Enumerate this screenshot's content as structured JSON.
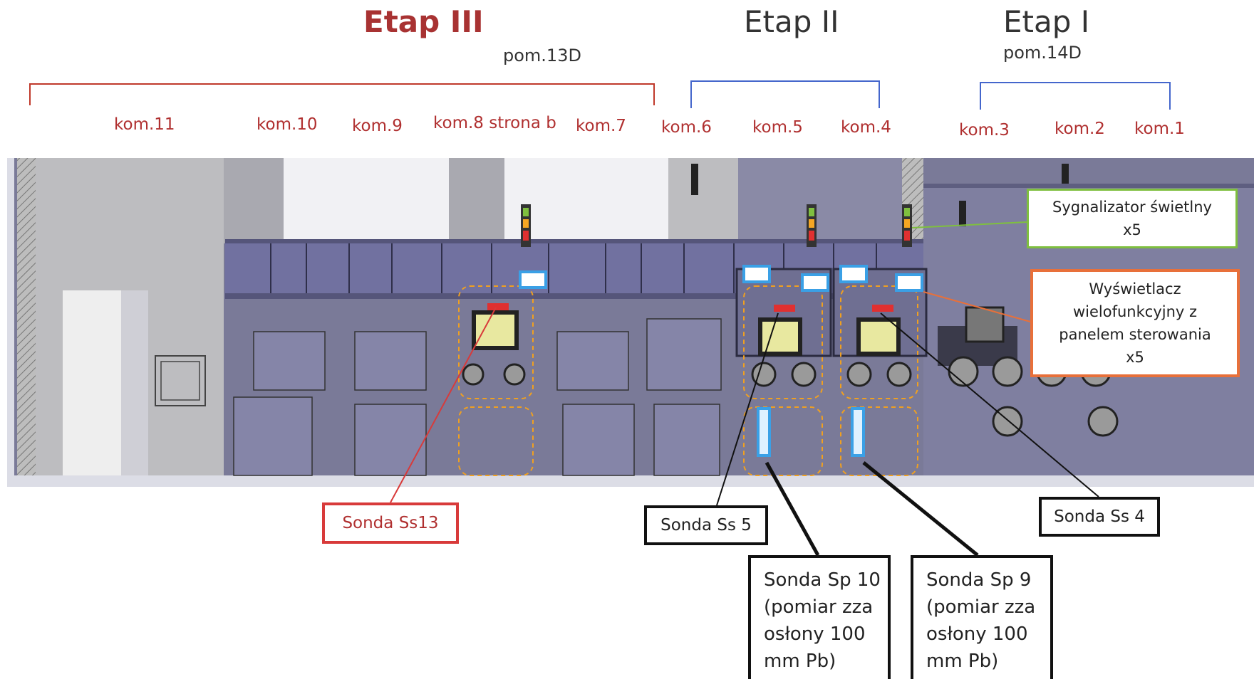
{
  "stages": [
    {
      "id": "etap-iii",
      "label": "Etap III",
      "color": "#a83232"
    },
    {
      "id": "etap-ii",
      "label": "Etap II",
      "color": "#333333"
    },
    {
      "id": "etap-i",
      "label": "Etap I",
      "color": "#333333"
    }
  ],
  "rooms": [
    {
      "id": "pom-13d",
      "label": "pom.13D"
    },
    {
      "id": "pom-14d",
      "label": "pom.14D"
    }
  ],
  "chambers": [
    "kom.11",
    "kom.10",
    "kom.9",
    "kom.8 strona b",
    "kom.7",
    "kom.6",
    "kom.5",
    "kom.4",
    "kom.3",
    "kom.2",
    "kom.1"
  ],
  "callouts": {
    "signal_light": {
      "lines": [
        "Sygnalizator świetlny",
        "x5"
      ],
      "border": "#7fbf3f"
    },
    "display": {
      "lines": [
        "Wyświetlacz",
        "wielofunkcyjny z",
        "panelem sterowania",
        "x5"
      ],
      "border": "#e8703a"
    },
    "ss13": {
      "lines": [
        "Sonda Ss13"
      ],
      "border": "#d83a3a"
    },
    "ss5": {
      "lines": [
        "Sonda Ss 5"
      ],
      "border": "#111111"
    },
    "ss4": {
      "lines": [
        "Sonda Ss 4"
      ],
      "border": "#111111"
    },
    "sp10": {
      "lines": [
        "Sonda Sp 10",
        "(pomiar zza",
        "osłony  100",
        "mm Pb)"
      ],
      "border": "#111111"
    },
    "sp9": {
      "lines": [
        "Sonda Sp 9",
        "(pomiar zza",
        "osłony  100",
        "mm Pb)"
      ],
      "border": "#111111"
    }
  },
  "colors": {
    "wall": "#6e6e8e",
    "wall_light": "#7d7d9b",
    "bracket_red": "#c0392b",
    "bracket_blue": "#4466cc",
    "detector_blue": "#3aa0e6",
    "dashed_orange": "#f0a020",
    "screen": "#e8e8a0"
  }
}
